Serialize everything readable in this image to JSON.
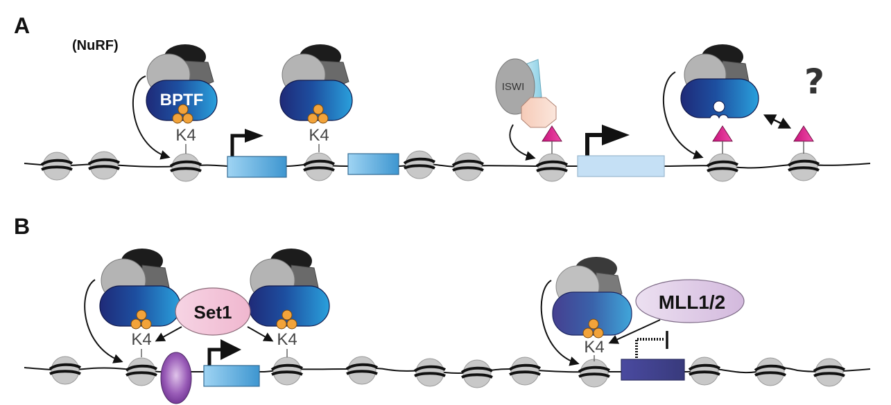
{
  "figure": {
    "panels": [
      {
        "id": "A",
        "label": "A",
        "complex_name": "(NuRF)",
        "reader_subunit": "BPTF",
        "mark_label": "K4",
        "remodeler_label": "ISWI",
        "unknown_symbol": "?"
      },
      {
        "id": "B",
        "label": "B",
        "mark_label": "K4",
        "methyltransferase_1": "Set1",
        "methyltransferase_2": "MLL1/2"
      }
    ]
  },
  "colors": {
    "reader_dark": "#1f2a78",
    "reader_light": "#2a9ad8",
    "reader_B2_dark": "#3e4a9c",
    "reader_B2_light": "#3ea4d8",
    "methyl_mark": "#f2a33a",
    "nucleosome": "#c8c8c8",
    "gene_box": "#5bb0e0",
    "gene_box_pale": "#c5e0f5",
    "gene_box_dark": "#3f428f",
    "triangle_mark": "#d61f8c",
    "set1": "#f5c8dc",
    "mll": "#e2d2ea",
    "purple_factor": "#8a4fa8",
    "iswi": "#a8a8a8",
    "octagon": "#f8d6c6"
  }
}
